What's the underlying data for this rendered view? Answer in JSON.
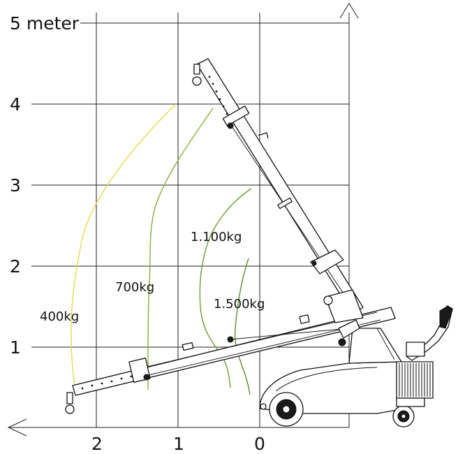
{
  "diagram": {
    "y_axis": {
      "unit_label": "5 meter",
      "ticks": [
        "4",
        "3",
        "2",
        "1"
      ]
    },
    "x_axis": {
      "ticks": [
        "2",
        "1",
        "0"
      ]
    },
    "load_curves": [
      {
        "label": "400kg",
        "color": "#e8d84a"
      },
      {
        "label": "700kg",
        "color": "#8aab3c"
      },
      {
        "label": "1.100kg",
        "color": "#6f9a35"
      },
      {
        "label": "1.500kg",
        "color": "#5c8a2e"
      }
    ]
  }
}
